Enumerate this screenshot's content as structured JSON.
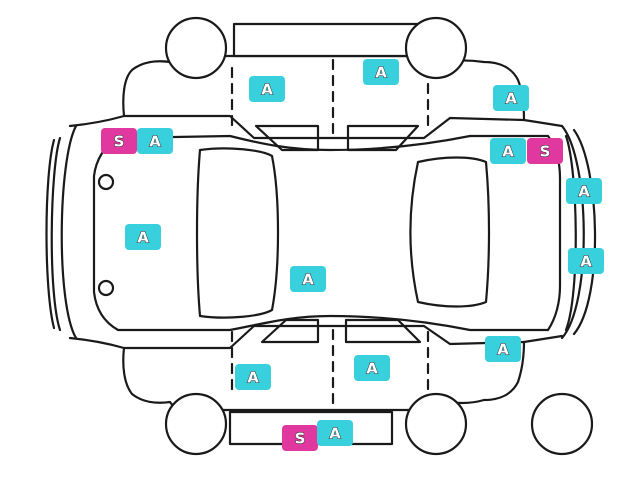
{
  "legend_colors": {
    "A": "#37d0dc",
    "S": "#e0389e"
  },
  "markers": [
    {
      "id": "a-front-upper",
      "code": "A"
    },
    {
      "id": "a-rear-upper",
      "code": "A"
    },
    {
      "id": "a-rear-fender-upper",
      "code": "A"
    },
    {
      "id": "s-front-bumper-left",
      "code": "S"
    },
    {
      "id": "a-front-bumper-left",
      "code": "A"
    },
    {
      "id": "a-rear-corner-upper",
      "code": "A"
    },
    {
      "id": "s-rear-corner-upper",
      "code": "S"
    },
    {
      "id": "a-rear-bumper-1",
      "code": "A"
    },
    {
      "id": "a-hood",
      "code": "A"
    },
    {
      "id": "a-roof",
      "code": "A"
    },
    {
      "id": "a-rear-bumper-2",
      "code": "A"
    },
    {
      "id": "a-rear-fender-lower",
      "code": "A"
    },
    {
      "id": "a-front-lower",
      "code": "A"
    },
    {
      "id": "a-rear-lower",
      "code": "A"
    },
    {
      "id": "s-sill-lower",
      "code": "S"
    },
    {
      "id": "a-sill-lower",
      "code": "A"
    }
  ]
}
